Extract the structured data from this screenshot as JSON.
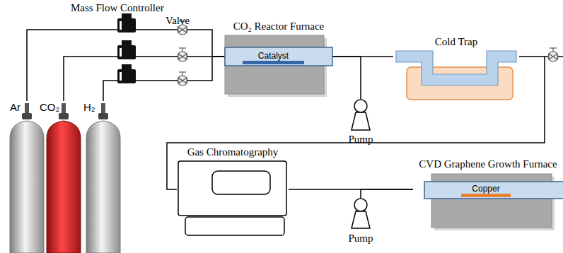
{
  "diagram": {
    "nodes": [
      {
        "text": [
          "CO₂ Reactor Furnace"
        ]
      },
      {
        "text": [
          "Catalyst"
        ],
        "in": 0
      },
      {
        "text": [
          "Cold Trap"
        ]
      },
      {
        "text": [
          "Pump"
        ]
      },
      {
        "text": [
          "Gas Chromatography"
        ]
      },
      {
        "text": [
          "CVD Graphene Growth Furnace"
        ]
      },
      {
        "text": [
          "Copper"
        ],
        "in": 5
      },
      {
        "text": [
          "Pump"
        ]
      },
      {
        "text": [
          "Ar"
        ]
      },
      {
        "text": [
          "CO₂"
        ]
      },
      {
        "text": [
          "H₂"
        ]
      }
    ],
    "edges": [
      {
        "from": 8,
        "to": 0,
        "arrow": "none"
      },
      {
        "from": 9,
        "to": 0,
        "arrow": "none"
      },
      {
        "from": 10,
        "to": 0,
        "arrow": "none"
      },
      {
        "from": 0,
        "to": 2,
        "arrow": "none"
      },
      {
        "from": 0,
        "to": 3,
        "arrow": "none"
      },
      {
        "from": 2,
        "to": 4,
        "arrow": "none"
      },
      {
        "from": 4,
        "to": 5,
        "arrow": "none"
      },
      {
        "from": 5,
        "to": 7,
        "arrow": "none"
      }
    ],
    "labels": [
      "Mass Flow Controller",
      "Valve"
    ]
  }
}
